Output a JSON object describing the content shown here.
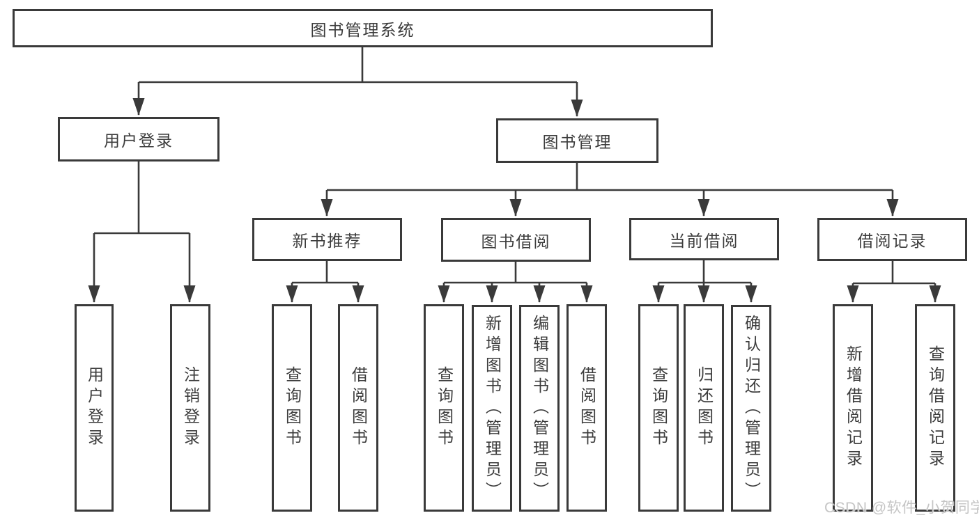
{
  "colors": {
    "line": "#3a3a3a",
    "text": "#3c3c3c",
    "watermark": "#c5c5c5",
    "background": "#ffffff"
  },
  "tree": {
    "root": {
      "label": "图书管理系统"
    },
    "login": {
      "label": "用户登录",
      "children": [
        {
          "label": "用户登录"
        },
        {
          "label": "注销登录"
        }
      ]
    },
    "manage": {
      "label": "图书管理"
    },
    "recommend": {
      "label": "新书推荐",
      "children": [
        {
          "label": "查询图书"
        },
        {
          "label": "借阅图书"
        }
      ]
    },
    "borrow": {
      "label": "图书借阅",
      "children": [
        {
          "label": "查询图书"
        },
        {
          "label": "新增图书（管理员）"
        },
        {
          "label": "编辑图书（管理员）"
        },
        {
          "label": "借阅图书"
        }
      ]
    },
    "current": {
      "label": "当前借阅",
      "children": [
        {
          "label": "查询图书"
        },
        {
          "label": "归还图书"
        },
        {
          "label": "确认归还（管理员）"
        }
      ]
    },
    "records": {
      "label": "借阅记录",
      "children": [
        {
          "label": "新增借阅记录"
        },
        {
          "label": "查询借阅记录"
        }
      ]
    }
  },
  "watermark": {
    "text": "CSDN @软件_小贺同学"
  }
}
